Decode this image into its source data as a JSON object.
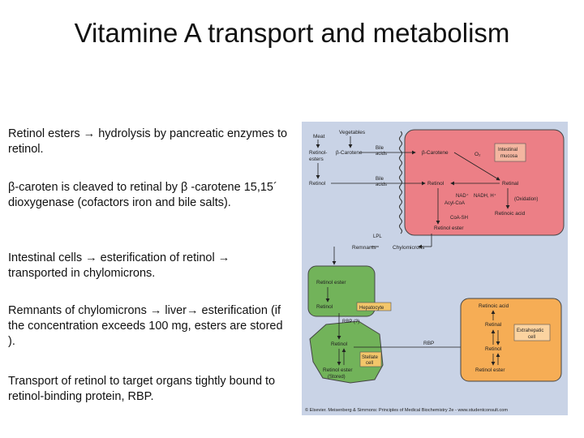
{
  "slide": {
    "title": "Vitamine A transport and metabolism",
    "paragraphs": [
      "Retinol esters → hydrolysis by  pancreatic enzymes to retinol.",
      "β-caroten is cleaved to retinal by β -carotene 15,15´ dioxygenase (cofactors iron and bile salts).",
      " Intestinal cells → esterification of retinol → transported in chylomicrons.",
      " Remnants of chylomicrons → liver→ esterification (if the concentration exceeds 100 mg, esters are stored ).",
      " Transport of retinol to target organs tightly bound to retinol-binding protein, RBP."
    ]
  },
  "diagram": {
    "lumen": {
      "meat": "Meat",
      "vegetables": "Vegetables",
      "retinol_esters_1": "Retinol-",
      "retinol_esters_2": "esters",
      "beta_carotene": "β-Carotene",
      "bile_acids_1a": "Bile",
      "bile_acids_1b": "acids",
      "retinol": "Retinol",
      "bile_acids_2a": "Bile",
      "bile_acids_2b": "acids"
    },
    "mucosa": {
      "beta_carotene": "β-Carotene",
      "o2": "O₂",
      "label_1": "Intestinal",
      "label_2": "mucosa",
      "retinol": "Retinol",
      "retinal": "Retinal",
      "nad": "NAD⁺",
      "nadh": "NADH, H⁺",
      "acyl_coa": "Acyl-CoA",
      "oxidation": "(Oxidation)",
      "coa_sh": "CoA-SH",
      "retinoic_acid": "Retinoic acid",
      "retinol_ester": "Retinol ester"
    },
    "lpl": "LPL",
    "remnants": "Remnants",
    "chylomicrons": "Chylomicrons",
    "liver": {
      "retinol_ester": "Retinol ester",
      "retinol": "Retinol",
      "hepatocyte": "Hepatocyte"
    },
    "rbp_q": "RBP (?)",
    "rbp": "RBP",
    "stellate": {
      "retinol": "Retinol",
      "stellate_1": "Stellate",
      "stellate_2": "cell",
      "retinol_ester": "Retinol ester",
      "stored": "(Stored)"
    },
    "extrahepatic": {
      "retinoic_acid": "Retinoic acid",
      "retinal": "Retinal",
      "label_1": "Extrahepatic",
      "label_2": "cell",
      "retinol": "Retinol",
      "retinol_ester": "Retinol ester"
    },
    "footer": "© Elsevier. Meisenberg & Simmons: Principles of Medical Biochemistry 2e - www.studentconsult.com"
  }
}
